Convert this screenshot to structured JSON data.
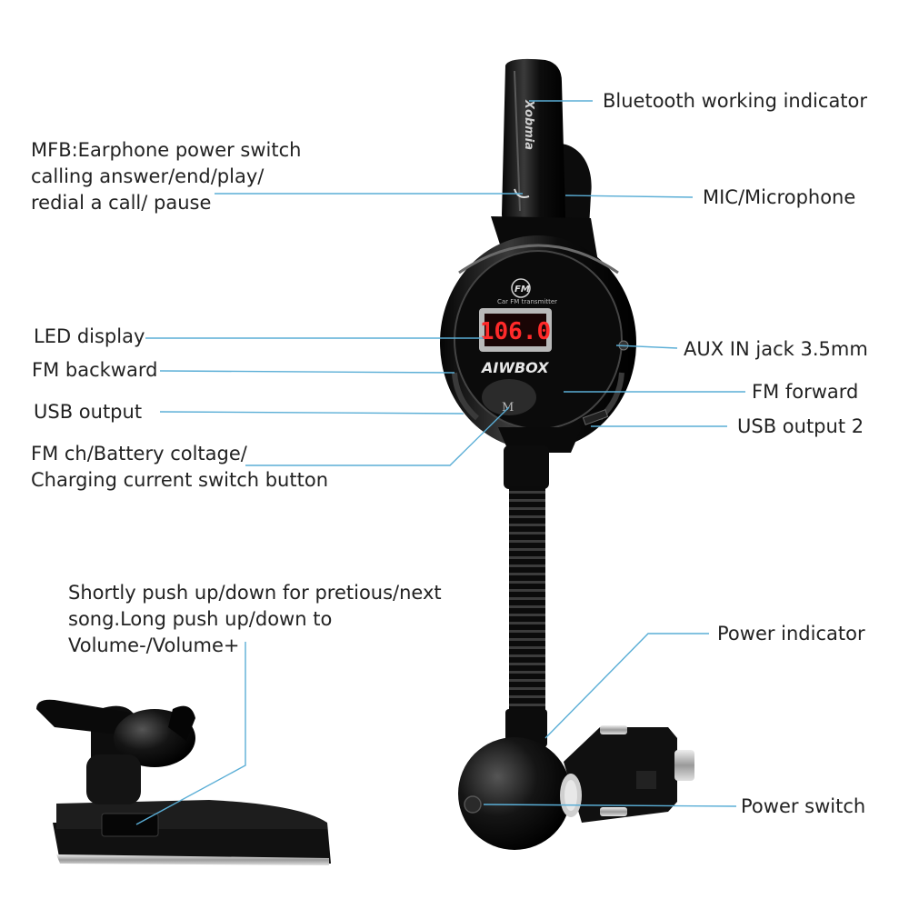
{
  "colors": {
    "leader_line": "#5aaed6",
    "device_black": "#121212",
    "display_bg": "#b9b9b9",
    "display_digits": "#ff2a2a"
  },
  "device": {
    "bt_brand_text": "Xobmia",
    "fm_logo_text": "FM",
    "fm_subtitle_text": "Car FM transmitter",
    "display_value": "106.0",
    "brand_text": "AIWBOX",
    "mode_button_letter": "M"
  },
  "labels": {
    "bluetooth_indicator": "Bluetooth working indicator",
    "mfb": [
      "MFB:Earphone power switch",
      "calling answer/end/play/",
      "redial a call/ pause"
    ],
    "mic": "MIC/Microphone",
    "led_display": "LED display",
    "aux_in": "AUX IN jack 3.5mm",
    "fm_backward": "FM backward",
    "fm_forward": "FM forward",
    "usb_output": "USB output",
    "usb_output_2": "USB output 2",
    "fm_ch_switch": [
      "FM ch/Battery coltage/",
      "Charging current switch button"
    ],
    "earphone_note": [
      "Shortly push up/down for pretious/next",
      "song.Long push up/down to",
      "Volume-/Volume+"
    ],
    "power_indicator": "Power indicator",
    "power_switch": "Power switch"
  }
}
